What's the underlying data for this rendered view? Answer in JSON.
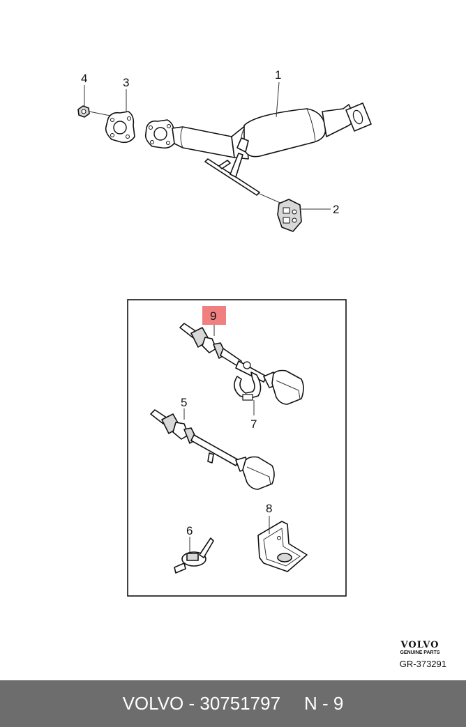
{
  "callouts": {
    "c1": "1",
    "c2": "2",
    "c3": "3",
    "c4": "4",
    "c5": "5",
    "c6": "6",
    "c7": "7",
    "c8": "8",
    "c9": "9"
  },
  "highlight_color": "#f08080",
  "brand": {
    "logo": "VOLVO",
    "subtitle": "GENUINE PARTS",
    "reference": "GR-373291"
  },
  "footer": {
    "part_label": "VOLVO - 30751797",
    "position_label": "N - 9"
  }
}
